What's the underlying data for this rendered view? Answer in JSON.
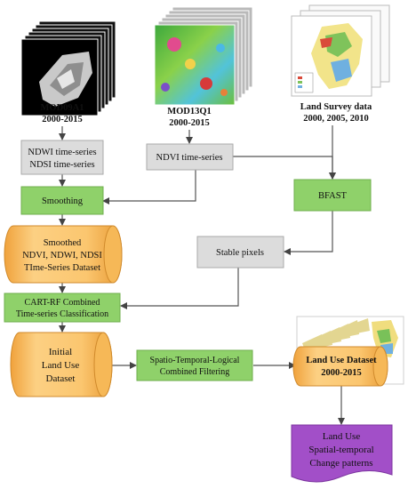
{
  "sources": {
    "mod09": {
      "name": "MOD09A1",
      "years": "2000-2015"
    },
    "mod13": {
      "name": "MOD13Q1",
      "years": "2000-2015"
    },
    "survey": {
      "name": "Land Survey data",
      "years": "2000, 2005, 2010"
    }
  },
  "nodes": {
    "ndwi_ndsi": {
      "line1": "NDWI time-series",
      "line2": "NDSI time-series"
    },
    "ndvi": {
      "label": "NDVI time-series"
    },
    "smoothing": {
      "label": "Smoothing"
    },
    "bfast": {
      "label": "BFAST"
    },
    "smoothed_dataset": {
      "line1": "Smoothed",
      "line2": "NDVI, NDWI, NDSI",
      "line3": "TIme-Series  Dataset"
    },
    "stable_pixels": {
      "label": "Stable pixels"
    },
    "cart_rf": {
      "line1": "CART-RF Combined",
      "line2": "Time-series Classification"
    },
    "initial_dataset": {
      "line1": "Initial",
      "line2": "Land Use",
      "line3": "Dataset"
    },
    "filtering": {
      "line1": "Spatio-Temporal-Logical",
      "line2": "Combined Filtering"
    },
    "final_dataset": {
      "line1": "Land Use Dataset",
      "line2": "2000-2015"
    },
    "change_patterns": {
      "line1": "Land Use",
      "line2": "Spatial-temporal",
      "line3": "Change patterns"
    }
  },
  "colors": {
    "green_box": "#8fd16a",
    "gray_box": "#dcdcdc",
    "orange_cylinder": "#fbc66f",
    "purple_box": "#a24fc8",
    "arrow": "#555555"
  }
}
